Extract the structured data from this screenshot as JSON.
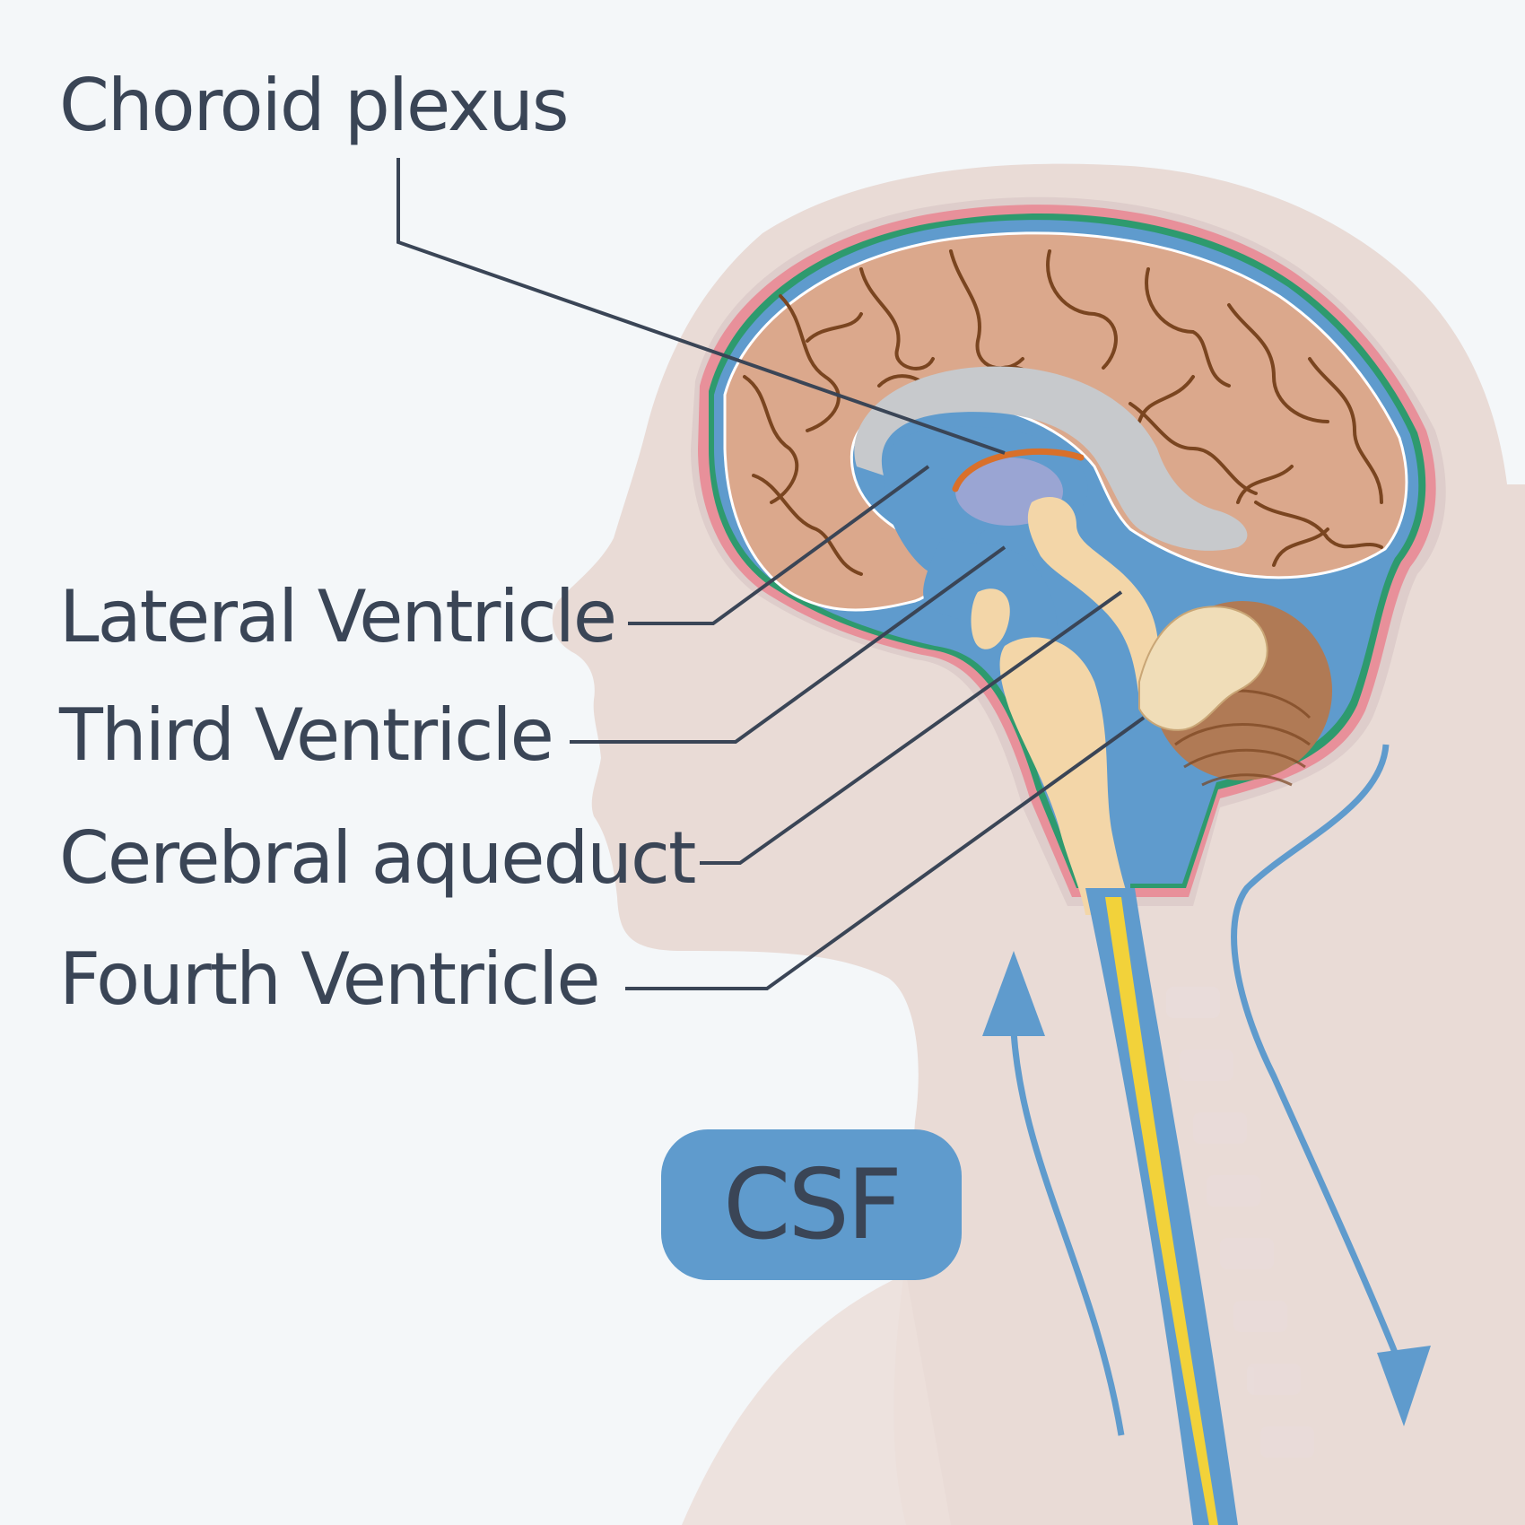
{
  "labels": {
    "choroid_plexus": "Choroid plexus",
    "lateral_ventricle": "Lateral Ventricle",
    "third_ventricle": "Third Ventricle",
    "cerebral_aqueduct": "Cerebral aqueduct",
    "fourth_ventricle": "Fourth Ventricle"
  },
  "badge": {
    "text": "CSF"
  },
  "colors": {
    "background": "#f4f7f9",
    "head_silhouette": "#e6d6d0",
    "csf_blue": "#5f9bcd",
    "cerebrum": "#dba88c",
    "gyri_lines": "#7a4520",
    "corpus_callosum": "#c7c9cc",
    "brainstem": "#f3d6a8",
    "cerebellum": "#b07a55",
    "spinal_cord": "#f2d23a",
    "dura_pink": "#e8909a",
    "arachnoid_green": "#2e9a6e",
    "choroid_orange": "#d9702a",
    "label_text": "#3a4556"
  }
}
